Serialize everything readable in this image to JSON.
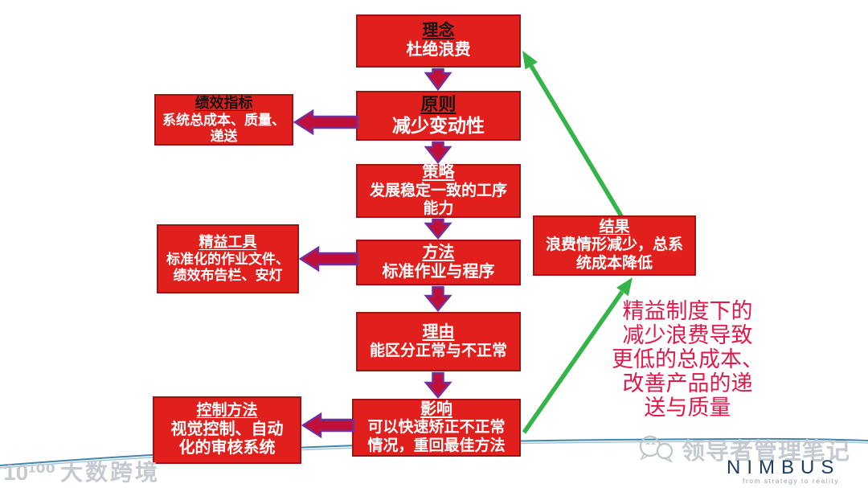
{
  "flow": {
    "center": [
      {
        "title": "理念",
        "body_lines": [
          "杜绝浪费"
        ]
      },
      {
        "title": "原则",
        "body_lines": [
          "减少变动性"
        ]
      },
      {
        "title": "策略",
        "body_lines": [
          "发展稳定一致的工序",
          "能力"
        ]
      },
      {
        "title": "方法",
        "body_lines": [
          "标准作业与程序"
        ]
      },
      {
        "title": "理由",
        "body_lines": [
          "能区分正常与不正常"
        ]
      },
      {
        "title": "影响",
        "body_lines": [
          "可以快速矫正不正常",
          "情况，重回最佳方法"
        ]
      }
    ],
    "left": [
      {
        "title": "绩效指标",
        "body_lines": [
          "系统总成本、质量、",
          "递送"
        ]
      },
      {
        "title": "精益工具",
        "body_lines": [
          "标准化的作业文件、",
          "绩效布告栏、安灯"
        ]
      },
      {
        "title": "控制方法",
        "body_lines": [
          "视觉控制、自动",
          "化的审核系统"
        ]
      }
    ],
    "result": {
      "title": "结果",
      "body_lines": [
        "浪费情形减少，总系",
        "统成本降低"
      ]
    },
    "side_note_lines": [
      "精益制度下的",
      "减少浪费导致",
      "更低的总成本、",
      "改善产品的递",
      "送与质量"
    ]
  },
  "colors": {
    "box_fill": "#e1201e",
    "box_border": "#9e1315",
    "block_arrow_fill": "#c0103a",
    "block_arrow_outline": "#7030a0",
    "green_arrow": "#35b44a",
    "baseline_curve": "#4286ad",
    "side_note_red": "#e0194a",
    "title_dark": "#151515",
    "title_light": "#ffffff",
    "nimbus_navy": "#1e3c5f",
    "watermark_gray": "#c5cad1"
  },
  "watermark_left": {
    "logo": "10¹⁰⁰",
    "label": "大数跨境"
  },
  "watermark_right": {
    "label": "领导者管理笔记",
    "brand": "NIMBUS",
    "tagline": "from strategy to reality"
  }
}
